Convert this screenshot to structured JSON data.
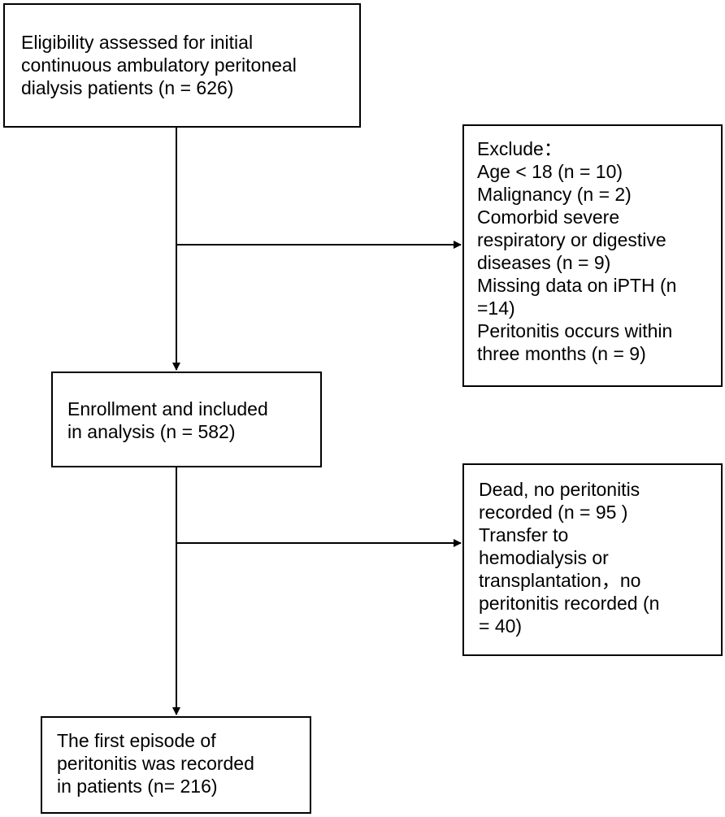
{
  "boxes": {
    "eligibility": {
      "lines": [
        "Eligibility assessed for initial",
        "continuous ambulatory peritoneal",
        "dialysis patients (n = 626)"
      ]
    },
    "exclude": {
      "lines": [
        "Exclude：",
        "Age < 18 (n = 10)",
        "Malignancy (n = 2)",
        "Comorbid severe",
        "respiratory or digestive",
        "diseases (n = 9)",
        "Missing data on iPTH (n",
        "=14)",
        "Peritonitis occurs within",
        "three months (n = 9)"
      ]
    },
    "enrollment": {
      "lines": [
        "Enrollment and included",
        "in analysis (n = 582)"
      ]
    },
    "censored": {
      "lines": [
        "Dead, no peritonitis",
        "recorded (n = 95 )",
        "Transfer to",
        "hemodialysis or",
        "transplantation，no",
        "peritonitis recorded (n",
        "= 40)"
      ]
    },
    "outcome": {
      "lines": [
        "The first episode of",
        "peritonitis was recorded",
        "in patients (n= 216)"
      ]
    }
  }
}
